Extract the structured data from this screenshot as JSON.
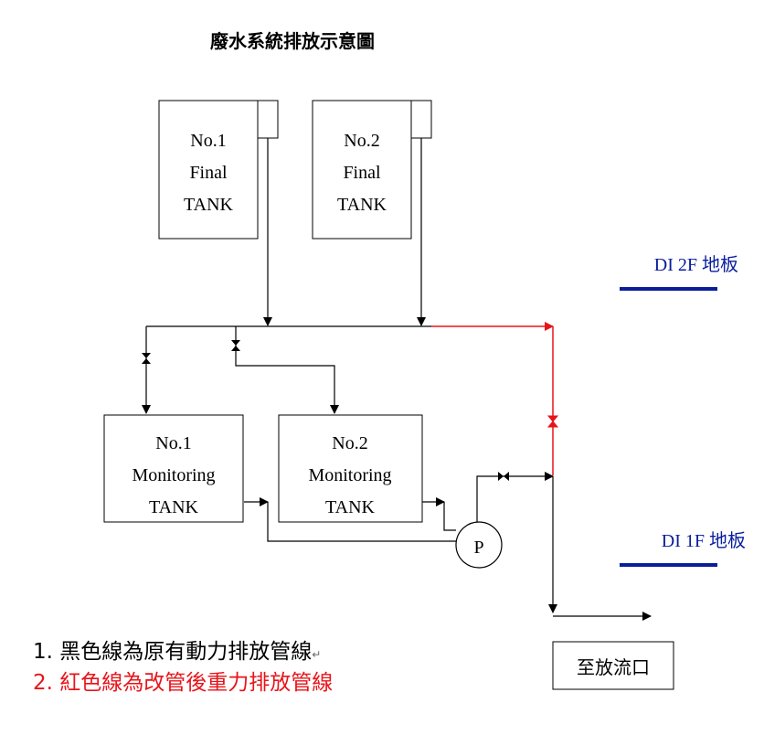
{
  "title": "廢水系統排放示意圖",
  "colors": {
    "black_line": "#000000",
    "red_line": "#e8141a",
    "floor_line": "#0a1e9c",
    "floor_text": "#0a1e9c",
    "note_black": "#000000",
    "note_red": "#e8141a"
  },
  "tanks": {
    "final_1": {
      "line1": "No.1",
      "line2": "Final",
      "line3": "TANK"
    },
    "final_2": {
      "line1": "No.2",
      "line2": "Final",
      "line3": "TANK"
    },
    "monitor_1": {
      "line1": "No.1",
      "line2": "Monitoring",
      "line3": "TANK"
    },
    "monitor_2": {
      "line1": "No.2",
      "line2": "Monitoring",
      "line3": "TANK"
    }
  },
  "pump": {
    "label": "P"
  },
  "floors": {
    "f2": "DI 2F  地板",
    "f1": "DI 1F  地板"
  },
  "outlet": {
    "label": "至放流口"
  },
  "legend": {
    "black": "1. 黑色線為原有動力排放管線",
    "black_mark": "↵",
    "red": "2. 紅色線為改管後重力排放管線"
  },
  "icons": {
    "valve": "bowtie-valve-icon",
    "arrow": "arrowhead-icon"
  }
}
